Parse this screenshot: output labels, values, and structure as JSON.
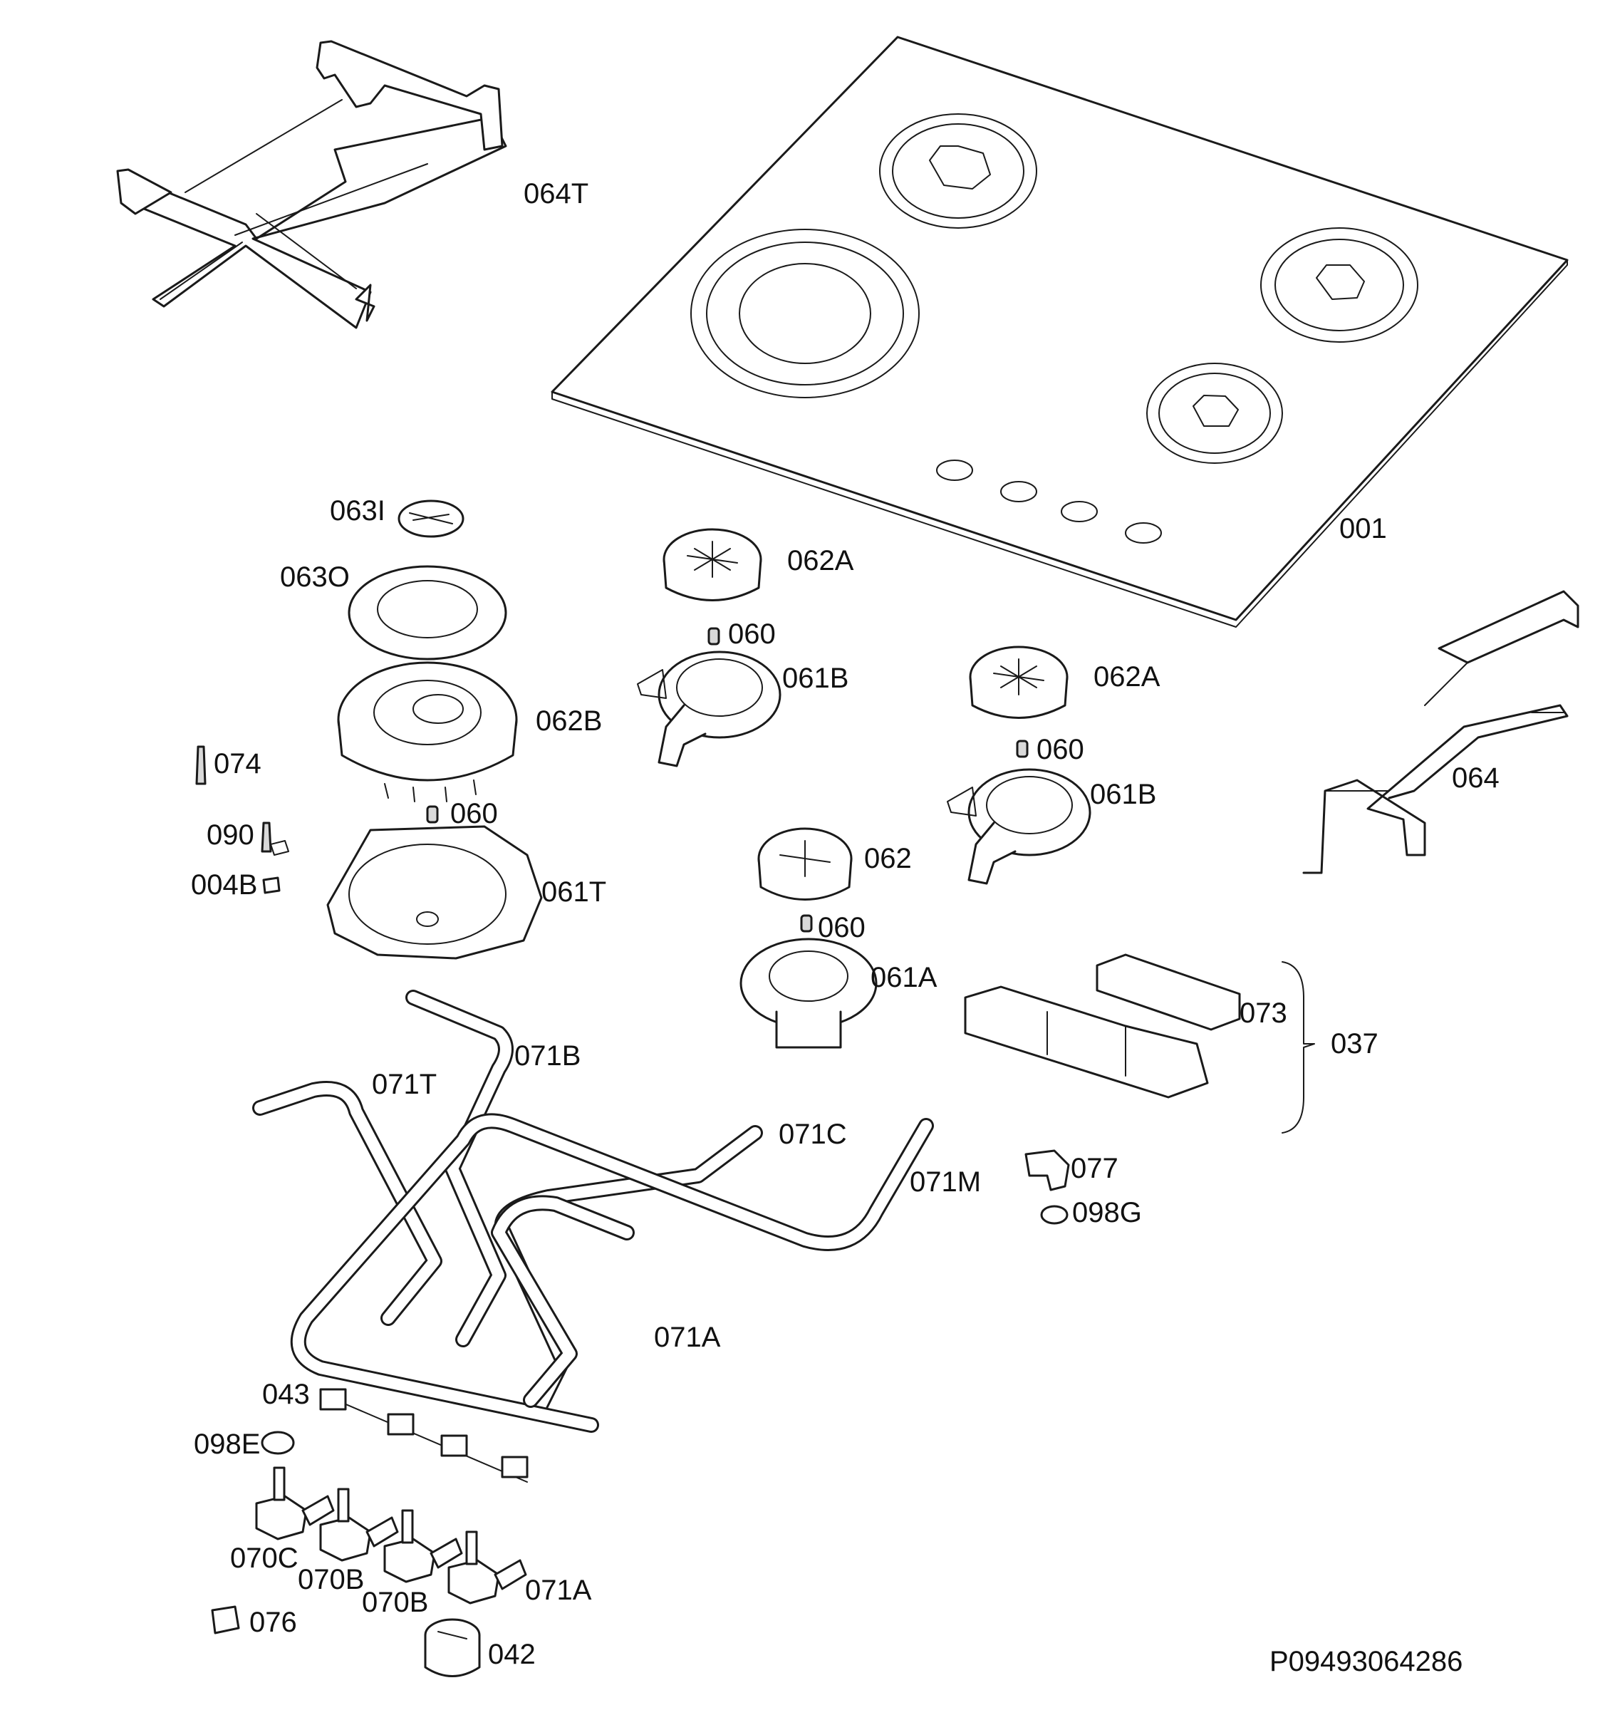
{
  "diagram": {
    "reference_code": "P09493064286",
    "parts": [
      {
        "id": "064T"
      },
      {
        "id": "001"
      },
      {
        "id": "063I"
      },
      {
        "id": "063O"
      },
      {
        "id": "062A_top"
      },
      {
        "id": "060_a"
      },
      {
        "id": "061B_left"
      },
      {
        "id": "062B"
      },
      {
        "id": "074"
      },
      {
        "id": "060_b"
      },
      {
        "id": "090"
      },
      {
        "id": "004B"
      },
      {
        "id": "061T"
      },
      {
        "id": "062A_right"
      },
      {
        "id": "060_c"
      },
      {
        "id": "061B_right"
      },
      {
        "id": "064"
      },
      {
        "id": "062"
      },
      {
        "id": "060_d"
      },
      {
        "id": "061A"
      },
      {
        "id": "073"
      },
      {
        "id": "037"
      },
      {
        "id": "071B"
      },
      {
        "id": "071T"
      },
      {
        "id": "071C"
      },
      {
        "id": "071M"
      },
      {
        "id": "077"
      },
      {
        "id": "098G"
      },
      {
        "id": "071A_tube"
      },
      {
        "id": "043"
      },
      {
        "id": "098E"
      },
      {
        "id": "070C"
      },
      {
        "id": "070B_a"
      },
      {
        "id": "070B_b"
      },
      {
        "id": "071A_valve"
      },
      {
        "id": "076"
      },
      {
        "id": "042"
      }
    ],
    "labels": {
      "l064T": "064T",
      "l001": "001",
      "l063I": "063I",
      "l063O": "063O",
      "l062A_1": "062A",
      "l060_1": "060",
      "l061B_1": "061B",
      "l062B": "062B",
      "l074": "074",
      "l060_2": "060",
      "l090": "090",
      "l004B": "004B",
      "l061T": "061T",
      "l062A_2": "062A",
      "l060_3": "060",
      "l061B_2": "061B",
      "l064": "064",
      "l062": "062",
      "l060_4": "060",
      "l061A": "061A",
      "l073": "073",
      "l037": "037",
      "l071B": "071B",
      "l071T": "071T",
      "l071C": "071C",
      "l071M": "071M",
      "l077": "077",
      "l098G": "098G",
      "l071A_1": "071A",
      "l043": "043",
      "l098E": "098E",
      "l070C": "070C",
      "l070B_1": "070B",
      "l070B_2": "070B",
      "l071A_2": "071A",
      "l076": "076",
      "l042": "042"
    }
  }
}
